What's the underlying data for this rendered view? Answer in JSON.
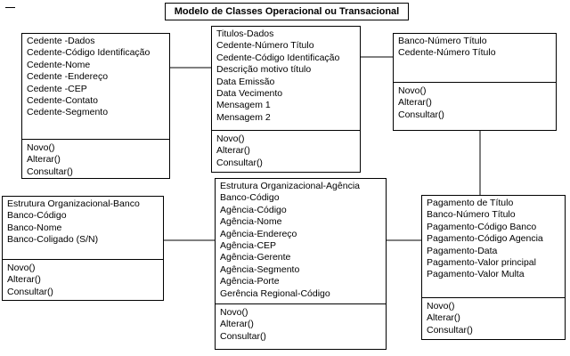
{
  "title": "Modelo de Classes Operacional ou Transacional",
  "classes": {
    "cedente": {
      "attributes": [
        "Cedente -Dados",
        "Cedente-Código Identificação",
        "Cedente-Nome",
        "Cedente -Endereço",
        "Cedente -CEP",
        "Cedente-Contato",
        "Cedente-Segmento"
      ],
      "operations": [
        "Novo()",
        "Alterar()",
        "Consultar()"
      ]
    },
    "titulos": {
      "attributes": [
        "Titulos-Dados",
        "Cedente-Número Título",
        "Cedente-Código Identificação",
        "Descrição motivo título",
        "Data Emissão",
        "Data Vecimento",
        "Mensagem 1",
        "Mensagem 2"
      ],
      "operations": [
        "Novo()",
        "Alterar()",
        "Consultar()"
      ]
    },
    "banco_titulo": {
      "attributes": [
        "Banco-Número Título",
        "Cedente-Número Título"
      ],
      "operations": [
        "Novo()",
        "Alterar()",
        "Consultar()"
      ]
    },
    "estrutura_banco": {
      "attributes": [
        "Estrutura Organizacional-Banco",
        "Banco-Código",
        "Banco-Nome",
        "Banco-Coligado (S/N)"
      ],
      "operations": [
        "Novo()",
        "Alterar()",
        "Consultar()"
      ]
    },
    "estrutura_agencia": {
      "attributes": [
        "Estrutura Organizacional-Agência",
        "Banco-Código",
        "Agência-Código",
        "Agência-Nome",
        "Agência-Endereço",
        "Agência-CEP",
        "Agência-Gerente",
        "Agência-Segmento",
        "Agência-Porte",
        "Gerência Regional-Código"
      ],
      "operations": [
        "Novo()",
        "Alterar()",
        "Consultar()"
      ]
    },
    "pagamento": {
      "attributes": [
        "Pagamento de Título",
        "Banco-Número Título",
        "Pagamento-Código Banco",
        "Pagamento-Código Agencia",
        "Pagamento-Data",
        "Pagamento-Valor principal",
        "Pagamento-Valor Multa"
      ],
      "operations": [
        "Novo()",
        "Alterar()",
        "Consultar()"
      ]
    }
  }
}
